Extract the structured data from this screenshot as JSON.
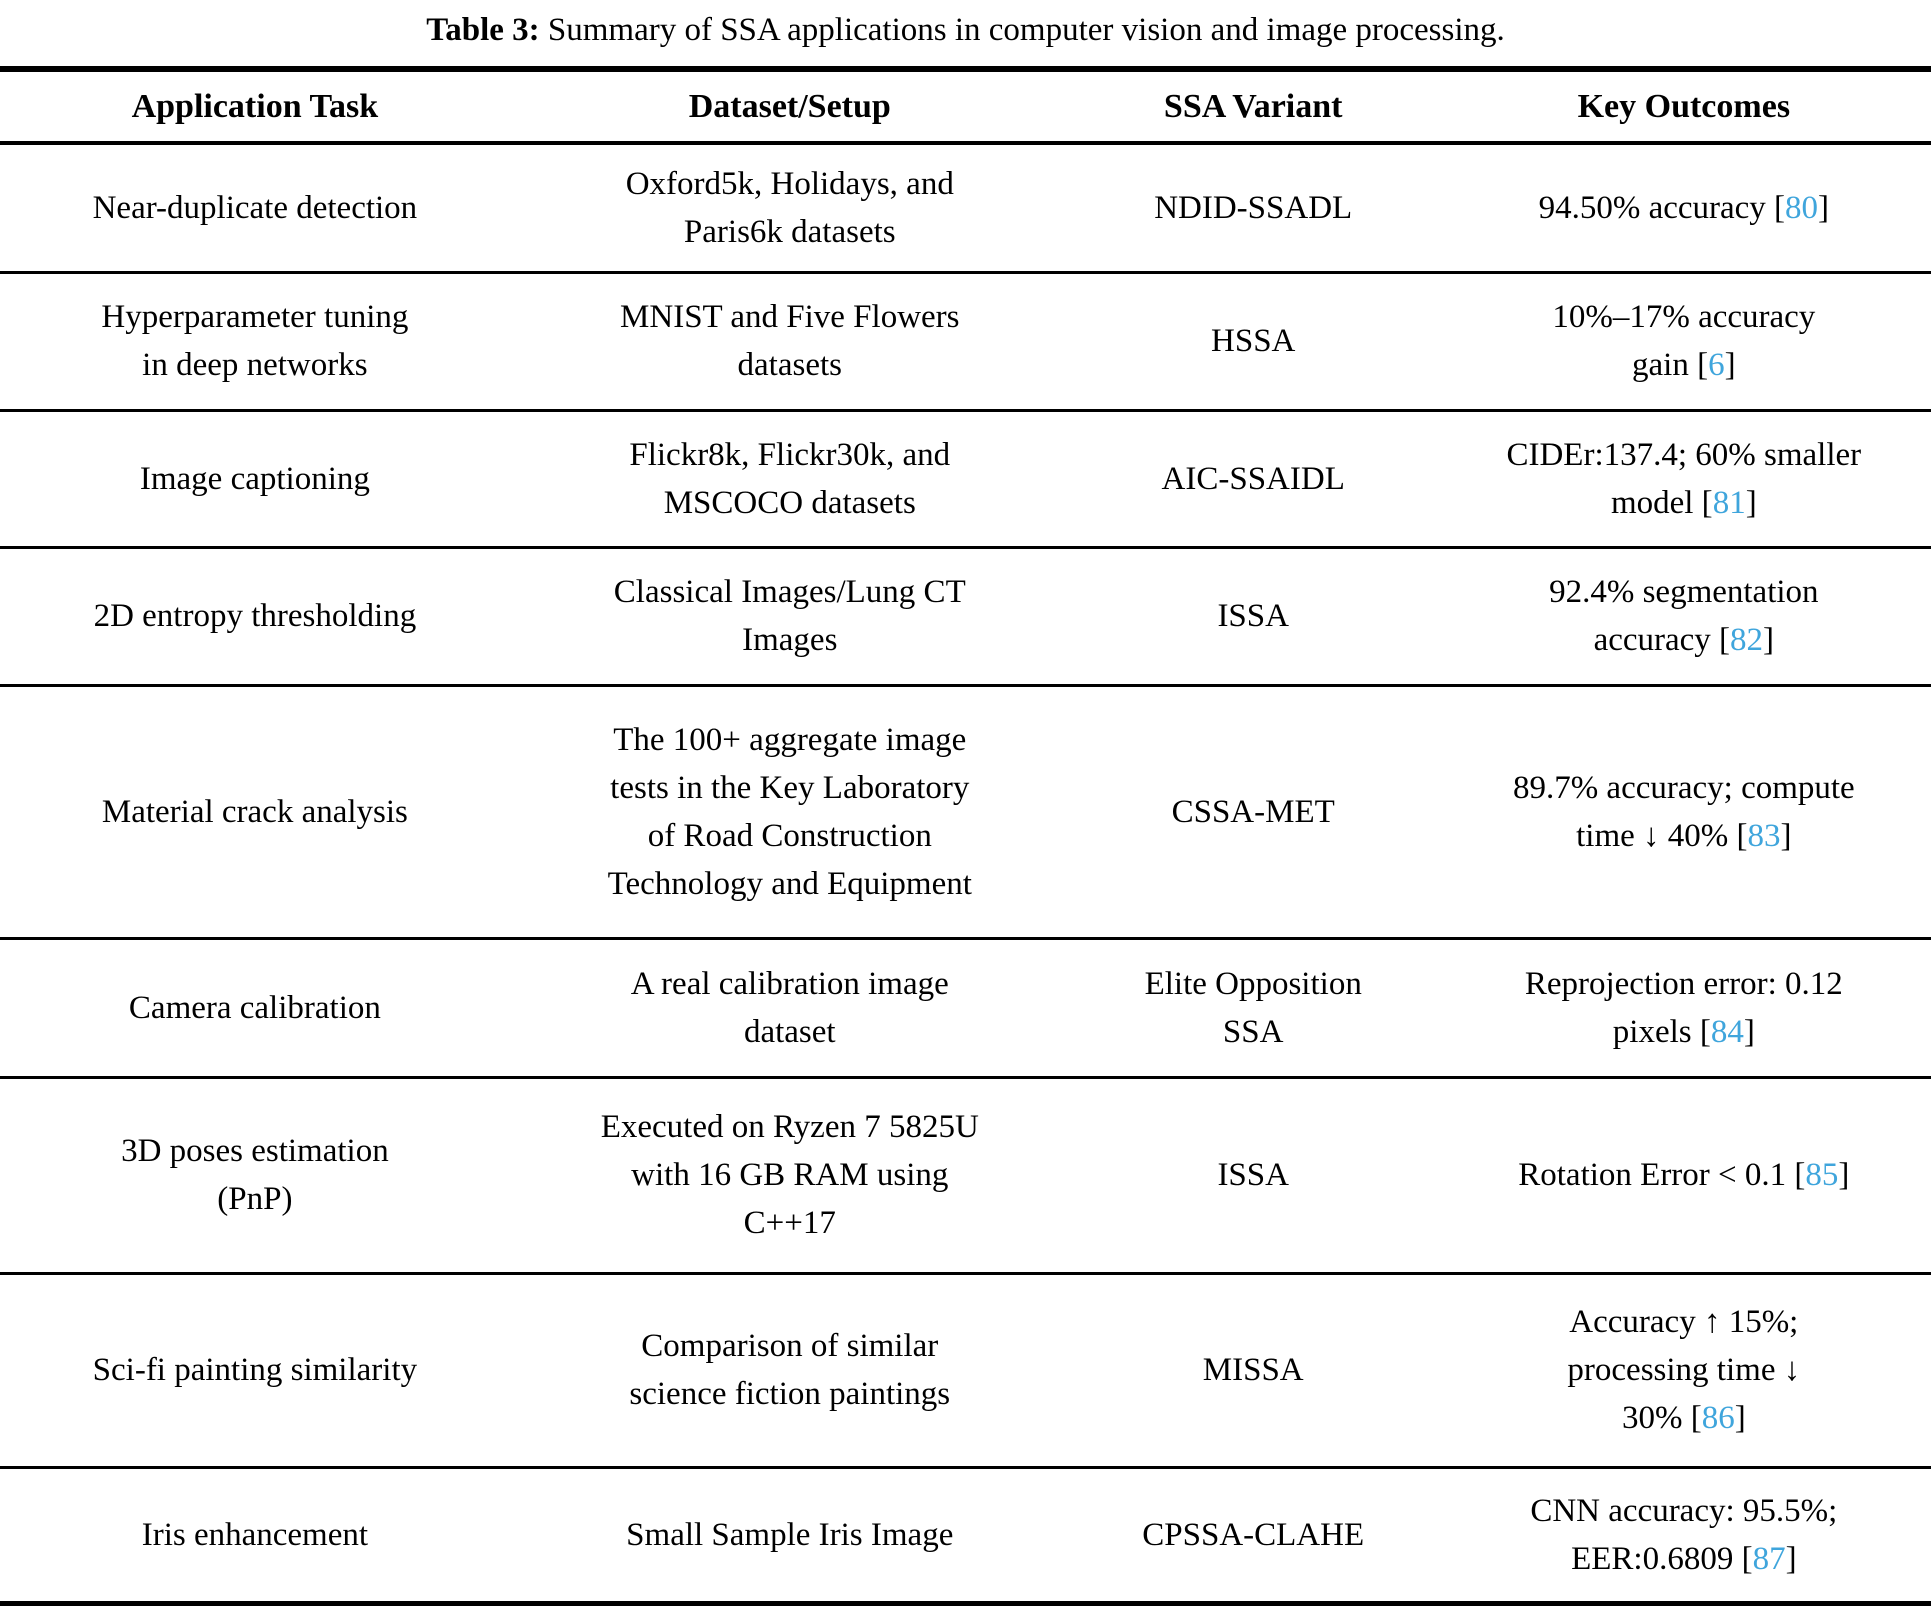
{
  "caption": {
    "label": "Table 3:",
    "text": "Summary of SSA applications in computer vision and image processing."
  },
  "colors": {
    "citation_blue": "#3FA5DC",
    "text": "#000000",
    "rules": "#000000"
  },
  "table": {
    "headers": [
      "Application Task",
      "Dataset/Setup",
      "SSA Variant",
      "Key Outcomes"
    ],
    "rows": [
      {
        "task": "Near-duplicate detection",
        "dataset": "Oxford5k, Holidays, and\nParis6k datasets",
        "variant": "NDID-SSADL",
        "outcome_pre": "94.50% accuracy [",
        "citation": "80",
        "outcome_post": "]"
      },
      {
        "task": "Hyperparameter tuning\nin deep networks",
        "dataset": "MNIST and Five Flowers\ndatasets",
        "variant": "HSSA",
        "outcome_pre": "10%–17% accuracy\ngain [",
        "citation": "6",
        "outcome_post": "]"
      },
      {
        "task": "Image captioning",
        "dataset": "Flickr8k, Flickr30k, and\nMSCOCO datasets",
        "variant": "AIC-SSAIDL",
        "outcome_pre": "CIDEr:137.4; 60% smaller\nmodel [",
        "citation": "81",
        "outcome_post": "]"
      },
      {
        "task": "2D entropy thresholding",
        "dataset": "Classical Images/Lung CT\nImages",
        "variant": "ISSA",
        "outcome_pre": "92.4% segmentation\naccuracy [",
        "citation": "82",
        "outcome_post": "]"
      },
      {
        "task": "Material crack analysis",
        "dataset": "The 100+ aggregate image\ntests in the Key Laboratory\nof Road Construction\nTechnology and Equipment",
        "variant": "CSSA-MET",
        "outcome_pre": "89.7% accuracy; compute\ntime ↓ 40% [",
        "citation": "83",
        "outcome_post": "]"
      },
      {
        "task": "Camera calibration",
        "dataset": "A real calibration image\ndataset",
        "variant": "Elite Opposition\nSSA",
        "outcome_pre": "Reprojection error: 0.12\npixels [",
        "citation": "84",
        "outcome_post": "]"
      },
      {
        "task": "3D poses estimation\n(PnP)",
        "dataset": "Executed on Ryzen 7 5825U\nwith 16 GB RAM using\nC++17",
        "variant": "ISSA",
        "outcome_pre": "Rotation Error < 0.1 [",
        "citation": "85",
        "outcome_post": "]"
      },
      {
        "task": "Sci-fi painting similarity",
        "dataset": "Comparison of similar\nscience fiction paintings",
        "variant": "MISSA",
        "outcome_pre": "Accuracy ↑ 15%;\nprocessing time ↓\n30% [",
        "citation": "86",
        "outcome_post": "]"
      },
      {
        "task": "Iris enhancement",
        "dataset": "Small Sample Iris Image",
        "variant": "CPSSA-CLAHE",
        "outcome_pre": "CNN accuracy: 95.5%;\nEER:0.6809 [",
        "citation": "87",
        "outcome_post": "]"
      }
    ]
  }
}
